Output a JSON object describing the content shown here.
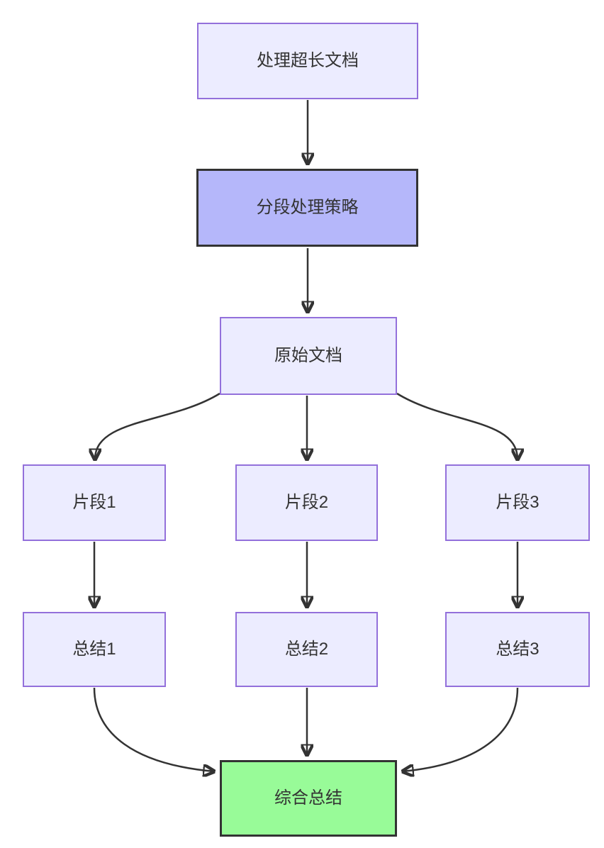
{
  "diagram": {
    "type": "flowchart",
    "direction": "top-down",
    "nodes": [
      {
        "id": "A",
        "label": "处理超长文档",
        "style": "default"
      },
      {
        "id": "B",
        "label": "分段处理策略",
        "style": "highlight"
      },
      {
        "id": "C",
        "label": "原始文档",
        "style": "default"
      },
      {
        "id": "F1",
        "label": "片段1",
        "style": "default"
      },
      {
        "id": "F2",
        "label": "片段2",
        "style": "default"
      },
      {
        "id": "F3",
        "label": "片段3",
        "style": "default"
      },
      {
        "id": "S1",
        "label": "总结1",
        "style": "default"
      },
      {
        "id": "S2",
        "label": "总结2",
        "style": "default"
      },
      {
        "id": "S3",
        "label": "总结3",
        "style": "default"
      },
      {
        "id": "G",
        "label": "综合总结",
        "style": "success"
      }
    ],
    "edges": [
      {
        "from": "A",
        "to": "B"
      },
      {
        "from": "B",
        "to": "C"
      },
      {
        "from": "C",
        "to": "F1"
      },
      {
        "from": "C",
        "to": "F2"
      },
      {
        "from": "C",
        "to": "F3"
      },
      {
        "from": "F1",
        "to": "S1"
      },
      {
        "from": "F2",
        "to": "S2"
      },
      {
        "from": "F3",
        "to": "S3"
      },
      {
        "from": "S1",
        "to": "G"
      },
      {
        "from": "S2",
        "to": "G"
      },
      {
        "from": "S3",
        "to": "G"
      }
    ],
    "colors": {
      "node_fill": "#ECECFF",
      "node_border": "#9370DB",
      "highlight_fill": "#B5B7FA",
      "highlight_border": "#333333",
      "success_fill": "#98FB98",
      "success_border": "#333333",
      "edge": "#333333",
      "text": "#333333",
      "background": "#ffffff"
    }
  }
}
